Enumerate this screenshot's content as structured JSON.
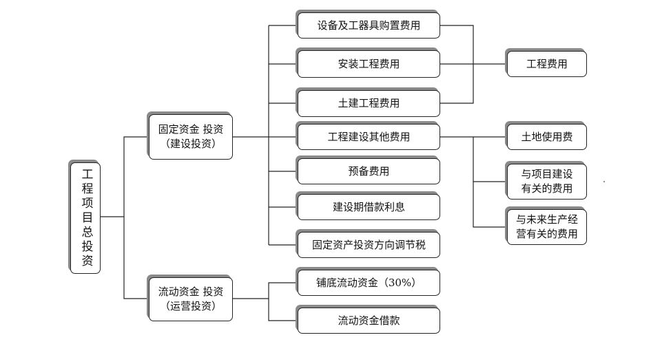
{
  "root": {
    "label": "工程项目总投资"
  },
  "fixed": {
    "line1": "固定资金 投资",
    "line2": "（建设投资）"
  },
  "working": {
    "line1": "流动资金 投资",
    "line2": "（运营投资）"
  },
  "fixed_items": [
    "设备及工器具购置费用",
    "安装工程费用",
    "土建工程费用",
    "工程建设其他费用",
    "预备费用",
    "建设期借款利息",
    "固定资产投资方向调节税"
  ],
  "working_items": [
    "铺底流动资金（30%）",
    "流动资金借款"
  ],
  "engineering_cost": "工程费用",
  "other_items": [
    {
      "line1": "土地使用费",
      "line2": ""
    },
    {
      "line1": "与项目建设",
      "line2": "有关的费用"
    },
    {
      "line1": "与未来生产经",
      "line2": "营有关的费用"
    }
  ]
}
